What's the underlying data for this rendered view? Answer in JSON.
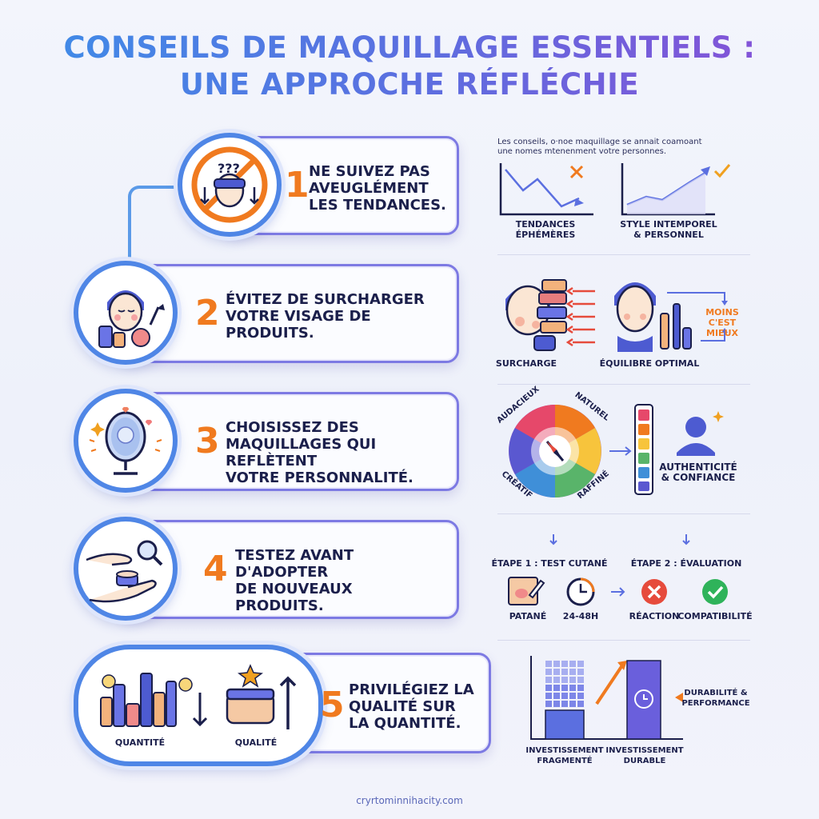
{
  "title": {
    "line1": "CONSEILS DE MAQUILLAGE ESSENTIELS :",
    "line2": "UNE APPROCHE RÉFLÉCHIE"
  },
  "colors": {
    "accent_orange": "#f07a1f",
    "accent_blue": "#4f86e6",
    "accent_purple": "#7d7ae3",
    "red": "#e64b3c",
    "green": "#2fb35a"
  },
  "tips": [
    {
      "number": "1",
      "text": "NE SUIVEZ PAS\nAVEUGLÉMENT\nLES TENDANCES.",
      "icon": "confused-face-no-icon"
    },
    {
      "number": "2",
      "text": "ÉVITEZ DE SURCHARGER\nVOTRE VISAGE DE\nPRODUITS.",
      "icon": "face-with-cosmetics-icon"
    },
    {
      "number": "3",
      "text": "CHOISISSEZ DES\nMAQUILLAGES QUI REFLÈTENT\nVOTRE PERSONNALITÉ.",
      "icon": "mirror-reflection-icon"
    },
    {
      "number": "4",
      "text": "TESTEZ AVANT D'ADOPTER\nDE NOUVEAUX\nPRODUITS.",
      "icon": "hands-testing-cream-icon"
    },
    {
      "number": "5",
      "text": "PRIVILÉGIEZ LA\nQUALITÉ SUR\nLA QUANTITÉ.",
      "icon": "quality-vs-quantity-icon"
    }
  ],
  "panel1": {
    "caption": "Les conseils, o·noe maquillage se annait coamoant\nune nomes mtenenment votre personnes.",
    "left_label": "TENDANCES\nÉPHÉMÈRES",
    "right_label": "STYLE INTEMPOREL\n& PERSONNEL"
  },
  "panel2": {
    "left_label": "SURCHARGE",
    "right_label": "ÉQUILIBRE OPTIMAL",
    "note": "MOINS\nC'EST MIEUX"
  },
  "panel3": {
    "wheel_labels": [
      "AUDACIEUX",
      "NATUREL",
      "CRÉATIF",
      "RAFFINÉ"
    ],
    "label": "AUTHENTICITÉ\n& CONFIANCE"
  },
  "panel4": {
    "step1": "ÉTAPE 1 : TEST CUTANÉ",
    "step2": "ÉTAPE 2 : ÉVALUATION",
    "patch_label": "PATANÉ",
    "time_label": "24-48H",
    "reaction_label": "RÉACTION",
    "compat_label": "COMPATIBILITÉ"
  },
  "panel5": {
    "quantity_label": "QUANTITÉ",
    "quality_label": "QUALITÉ",
    "left_label": "INVESTISSEMENT\nFRAGMENTÉ",
    "right_label": "INVESTISSEMENT\nDURABLE",
    "note": "DURABILITÉ &\nPERFORMANCE"
  },
  "footer": "cryrtominnihacity.com"
}
